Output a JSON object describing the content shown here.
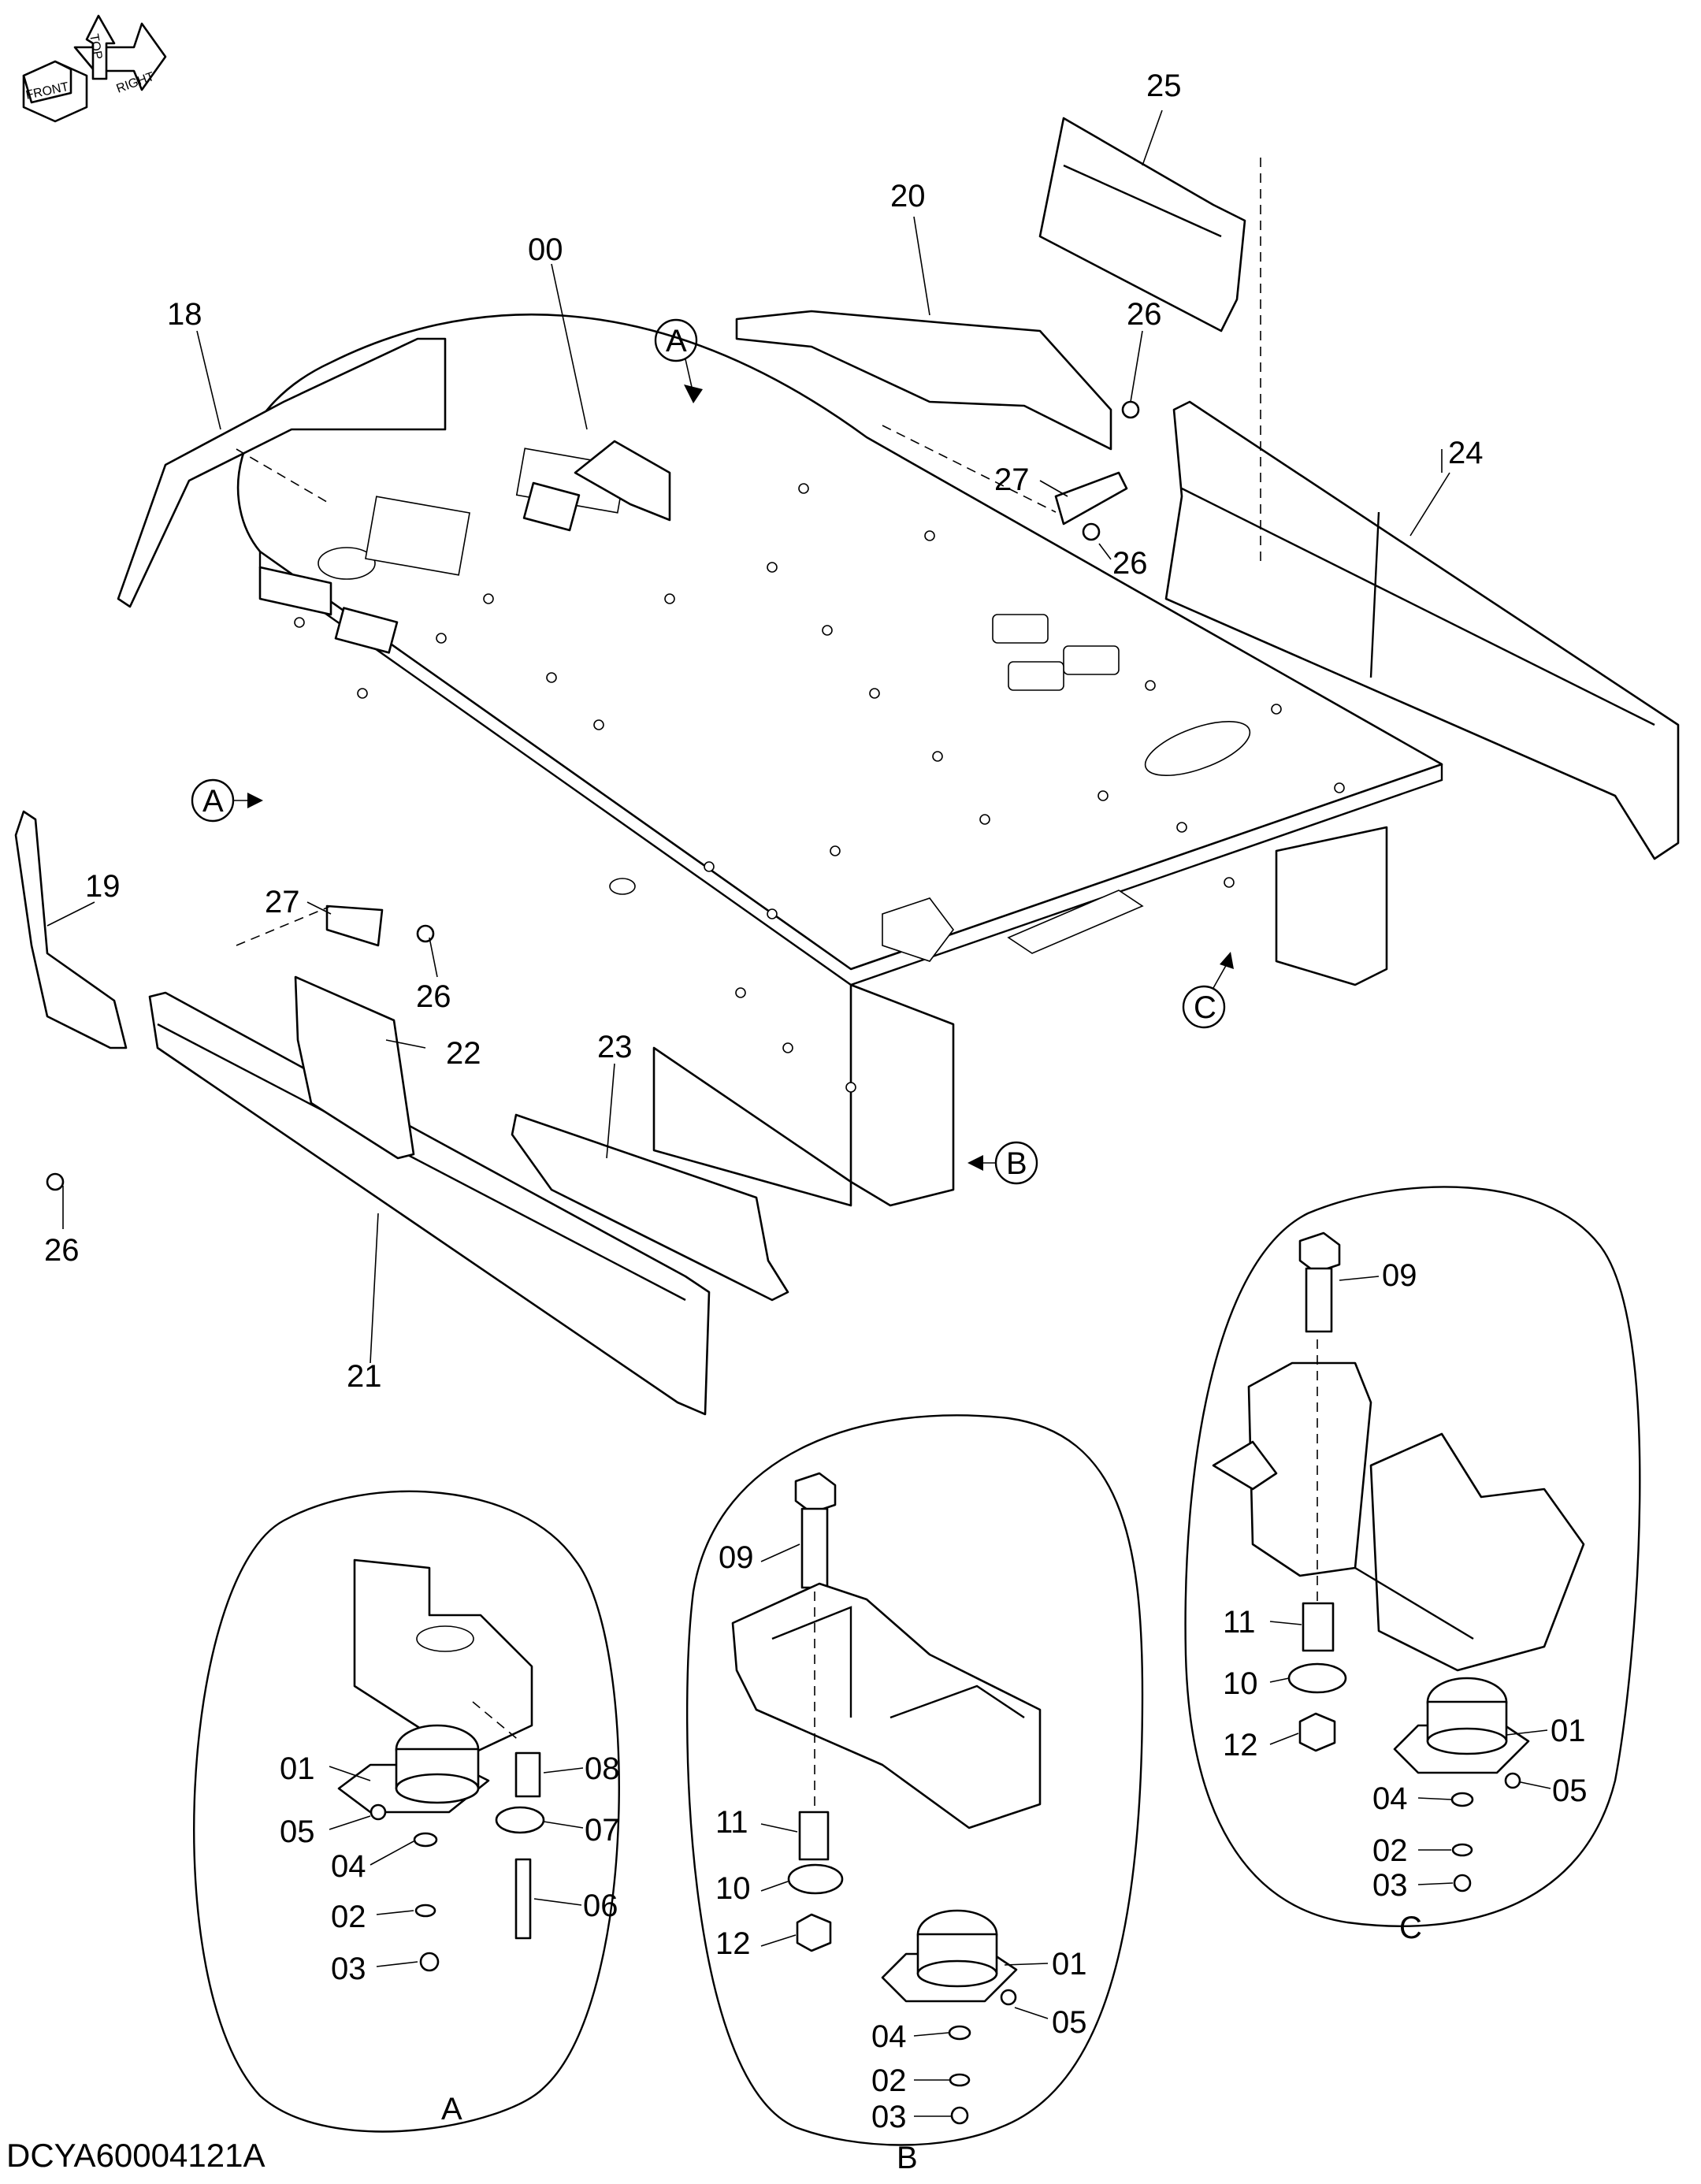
{
  "diagram_id": "DCYA60004121A",
  "orientation_icon": {
    "labels": [
      "FRONT",
      "TOP",
      "RIGHT"
    ]
  },
  "main_callouts": {
    "c00": "00",
    "c18": "18",
    "c19": "19",
    "c20": "20",
    "c21": "21",
    "c22": "22",
    "c23": "23",
    "c24": "24",
    "c25": "25",
    "c26a": "26",
    "c26b": "26",
    "c26c": "26",
    "c26d": "26",
    "c27a": "27",
    "c27b": "27"
  },
  "view_markers": {
    "a_top": "A",
    "a_left": "A",
    "b": "B",
    "c": "C"
  },
  "detail_a": {
    "title": "A",
    "callouts": [
      "01",
      "05",
      "04",
      "02",
      "03",
      "08",
      "07",
      "06"
    ]
  },
  "detail_b": {
    "title": "B",
    "callouts": [
      "09",
      "11",
      "10",
      "12",
      "01",
      "05",
      "04",
      "02",
      "03"
    ]
  },
  "detail_c": {
    "title": "C",
    "callouts": [
      "09",
      "11",
      "10",
      "12",
      "01",
      "04",
      "05",
      "02",
      "03"
    ]
  }
}
